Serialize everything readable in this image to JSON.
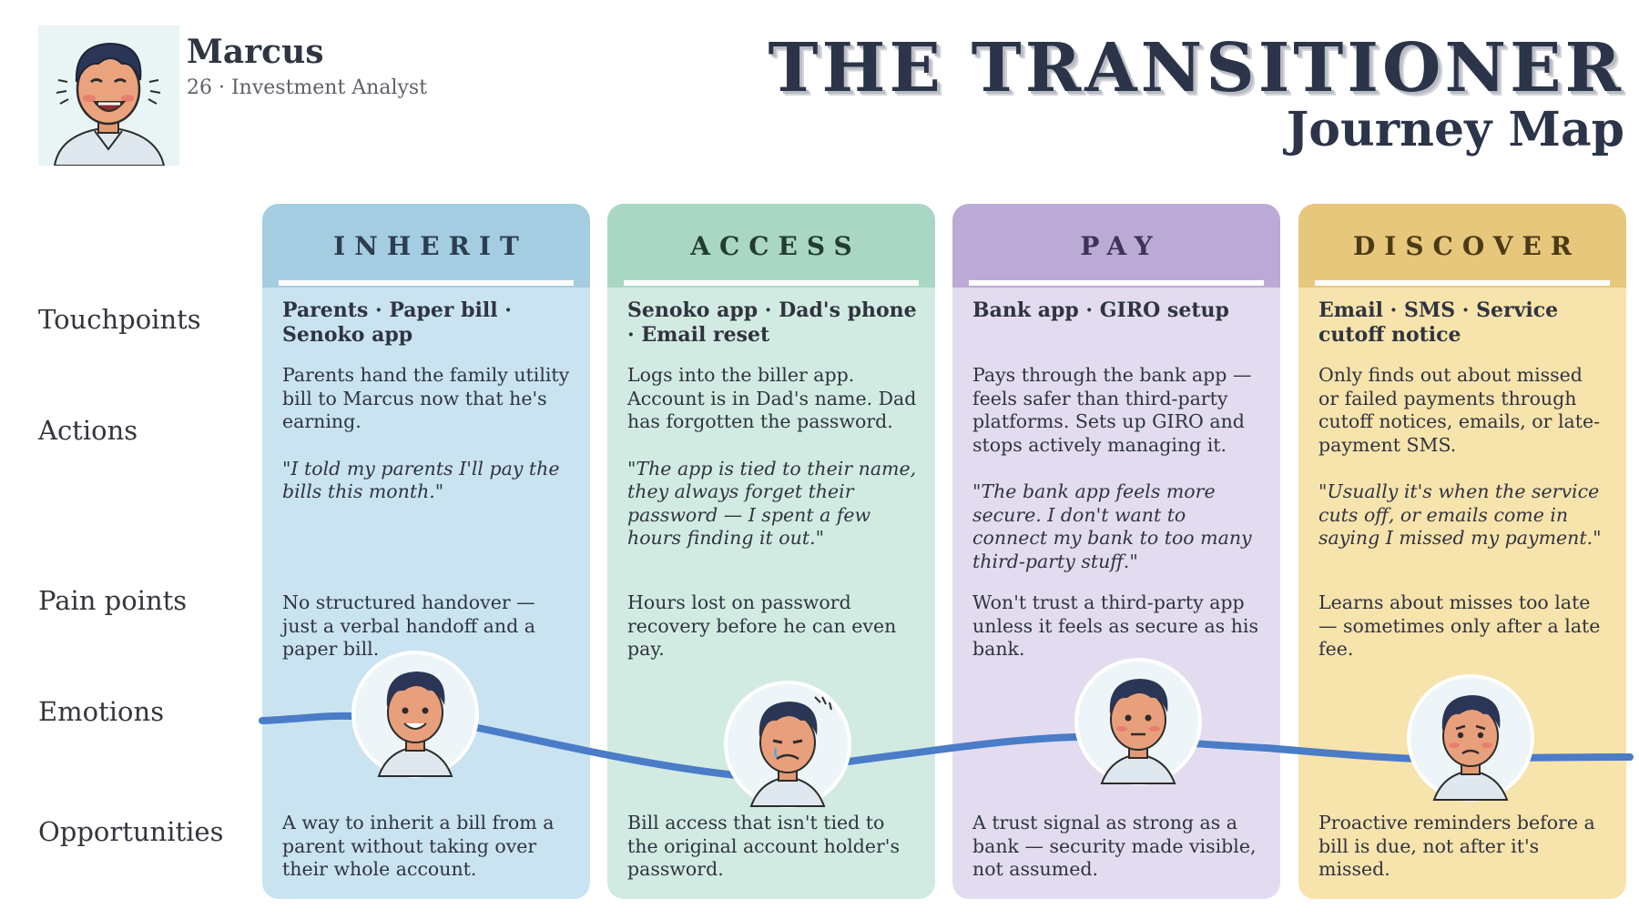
{
  "persona": {
    "name": "Marcus",
    "role": "26 · Investment Analyst"
  },
  "title": {
    "main": "THE TRANSITIONER",
    "sub": "Journey Map"
  },
  "rows": {
    "touchpoints": "Touchpoints",
    "actions": "Actions",
    "pain_points": "Pain points",
    "emotions": "Emotions",
    "opportunities": "Opportunities"
  },
  "stages": [
    {
      "name": "INHERIT",
      "touchpoints": "Parents · Paper bill · Senoko app",
      "action": "Parents hand the family utility bill to Marcus now that he's earning.",
      "quote": "\"I told my parents I'll pay the bills this month.\"",
      "pain": "No structured handover — just a verbal handoff and a paper bill.",
      "opportunity": "A way to inherit a bill from a parent without taking over their whole account.",
      "emotion": "happy"
    },
    {
      "name": "ACCESS",
      "touchpoints": "Senoko app · Dad's phone · Email reset",
      "action": "Logs into the biller app. Account is in Dad's name. Dad has forgotten the password.",
      "quote": "\"The app is tied to their name, they always forget their password — I spent a few hours finding it out.\"",
      "pain": "Hours lost on password recovery before he can even pay.",
      "opportunity": "Bill access that isn't tied to the original account holder's password.",
      "emotion": "frustrated"
    },
    {
      "name": "PAY",
      "touchpoints": "Bank app · GIRO setup",
      "action": "Pays through the bank app — feels safer than third-party platforms. Sets up GIRO and stops actively managing it.",
      "quote": "\"The bank app feels more secure. I don't want to connect my bank to too many third-party stuff.\"",
      "pain": "Won't trust a third-party app unless it feels as secure as his bank.",
      "opportunity": "A trust signal as strong as a bank — security made visible, not assumed.",
      "emotion": "neutral"
    },
    {
      "name": "DISCOVER",
      "touchpoints": "Email · SMS · Service cutoff notice",
      "action": "Only finds out about missed or failed payments through cutoff notices, emails, or late-payment SMS.",
      "quote": "\"Usually it's when the service cuts off, or emails come in saying I missed my payment.\"",
      "pain": "Learns about misses too late — sometimes only after a late fee.",
      "opportunity": "Proactive reminders before a bill is due, not after it's missed.",
      "emotion": "worried"
    }
  ],
  "colors": {
    "emotion_line": "#4a7cc7",
    "inherit": "#c9e3f1",
    "access": "#d2ebe2",
    "pay": "#e3dcf0",
    "discover": "#f7e3ac"
  }
}
